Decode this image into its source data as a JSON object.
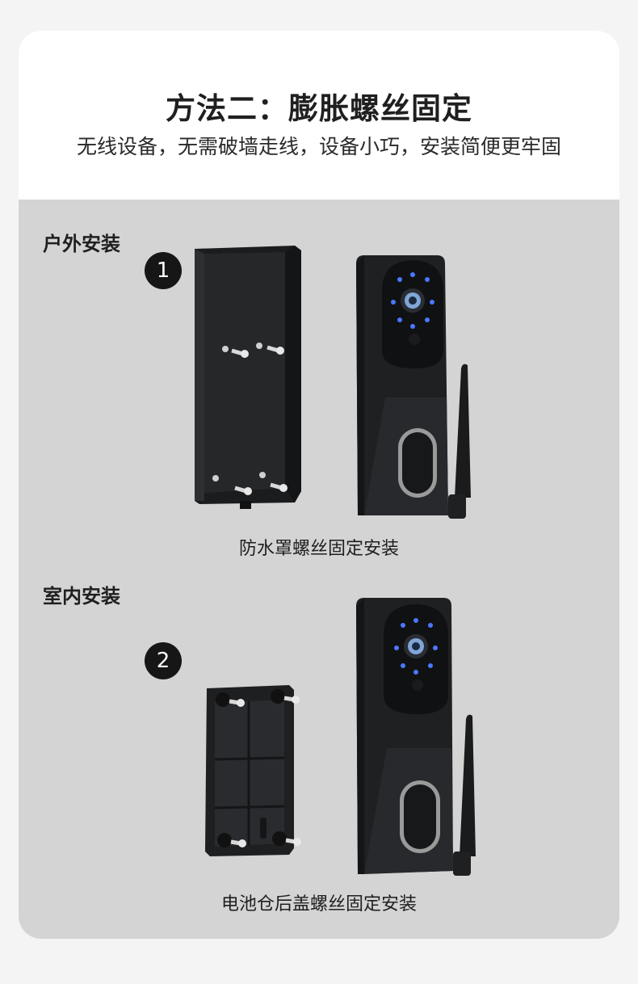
{
  "header": {
    "title": "方法二：膨胀螺丝固定",
    "subtitle": "无线设备，无需破墙走线，设备小巧，安装简便更牢固"
  },
  "sections": [
    {
      "label": "户外安装",
      "step": "1",
      "caption": "防水罩螺丝固定安装"
    },
    {
      "label": "室内安装",
      "step": "2",
      "caption": "电池仓后盖螺丝固定安装"
    }
  ],
  "colors": {
    "page_bg": "#f4f4f4",
    "panel_bg": "#d4d4d4",
    "header_bg": "#ffffff",
    "device": "#1e1f21",
    "led": "#4a78ff",
    "button_ring": "#9a9a9a"
  },
  "icons": [
    "screw-icon",
    "antenna-icon",
    "camera-lens-icon",
    "doorbell-button-icon"
  ]
}
